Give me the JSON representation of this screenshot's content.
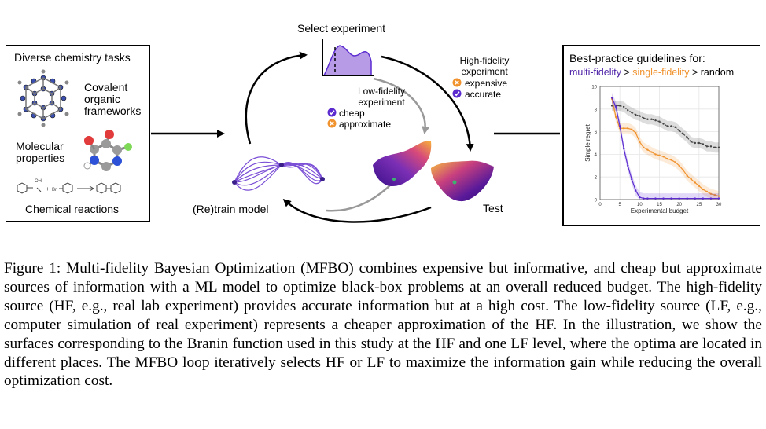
{
  "left_panel": {
    "title": "Diverse chemistry tasks",
    "items": [
      {
        "label_lines": [
          "Covalent",
          "organic",
          "frameworks"
        ]
      },
      {
        "label_lines": [
          "Molecular",
          "properties"
        ]
      },
      {
        "label": "Chemical reactions"
      }
    ],
    "reaction_tags": {
      "oh": "OH",
      "br": "Br"
    }
  },
  "loop": {
    "select_label": "Select experiment",
    "retrain_label": "(Re)train model",
    "test_label": "Test",
    "low_fidelity": {
      "title_lines": [
        "Low-fidelity",
        "experiment"
      ],
      "pros": [
        {
          "text": "cheap",
          "kind": "check"
        },
        {
          "text": "approximate",
          "kind": "cross"
        }
      ]
    },
    "high_fidelity": {
      "title_lines": [
        "High-fidelity",
        "experiment"
      ],
      "pros": [
        {
          "text": "expensive",
          "kind": "cross"
        },
        {
          "text": "accurate",
          "kind": "check"
        }
      ]
    },
    "colors": {
      "purple": "#5b2bd0",
      "orange": "#f0922d"
    }
  },
  "right_panel": {
    "title": "Best-practice guidelines for:",
    "legend": {
      "multi": "multi-fidelity",
      "gt1": " > ",
      "single": "single-fidelity",
      "gt2": " > random"
    }
  },
  "chart_data": {
    "type": "line",
    "xlabel": "Experimental budget",
    "ylabel": "Simple regret",
    "xlim": [
      0,
      30
    ],
    "ylim": [
      0,
      10
    ],
    "xticks": [
      0,
      5,
      10,
      15,
      20,
      25,
      30
    ],
    "yticks": [
      0,
      2,
      4,
      6,
      8,
      10
    ],
    "grid": true,
    "series": [
      {
        "color": "#5b2bd0",
        "x": [
          3,
          4,
          5,
          6,
          7,
          8,
          9,
          10,
          11,
          12,
          14,
          16,
          18,
          20,
          22,
          24,
          26,
          28,
          30
        ],
        "y": [
          9.0,
          8.2,
          6.5,
          4.5,
          3.0,
          1.8,
          0.8,
          0.2,
          0.1,
          0.1,
          0.1,
          0.1,
          0.1,
          0.1,
          0.1,
          0.1,
          0.1,
          0.1,
          0.1
        ]
      },
      {
        "color": "#f0922d",
        "x": [
          3,
          4,
          5,
          6,
          7,
          8,
          9,
          10,
          11,
          12,
          13,
          14,
          15,
          16,
          17,
          18,
          19,
          20,
          21,
          22,
          23,
          24,
          25,
          26,
          27,
          28,
          29,
          30
        ],
        "y": [
          8.9,
          7.3,
          6.3,
          6.3,
          6.3,
          6.2,
          5.9,
          5.1,
          4.6,
          4.4,
          4.2,
          4.0,
          3.9,
          3.8,
          3.6,
          3.5,
          3.3,
          3.0,
          2.6,
          2.1,
          1.8,
          1.5,
          1.2,
          0.9,
          0.7,
          0.5,
          0.4,
          0.3
        ]
      },
      {
        "color": "#444444",
        "x": [
          3,
          4,
          5,
          6,
          7,
          8,
          9,
          10,
          11,
          12,
          13,
          14,
          15,
          16,
          17,
          18,
          19,
          20,
          21,
          22,
          23,
          24,
          25,
          26,
          27,
          28,
          29,
          30
        ],
        "y": [
          8.3,
          8.3,
          8.3,
          8.2,
          7.9,
          7.7,
          7.5,
          7.4,
          7.2,
          7.1,
          7.1,
          7.0,
          6.9,
          6.7,
          6.5,
          6.5,
          6.4,
          6.1,
          5.8,
          5.5,
          5.1,
          5.0,
          5.0,
          4.9,
          4.7,
          4.7,
          4.6,
          4.6
        ]
      }
    ]
  },
  "caption": {
    "label": "Figure 1:",
    "text": " Multi-fidelity Bayesian Optimization (MFBO) combines expensive but informative, and cheap but approximate sources of information with a ML model to optimize black-box problems at an overall reduced budget.  The high-fidelity source (HF, e.g., real lab experiment) provides accurate information but at a high cost. The low-fidelity source (LF, e.g., computer simulation of real experiment) represents a cheaper approximation of the HF. In the illustration, we show the surfaces corresponding to the Branin function used in this study at the HF and one LF level, where the optima are located in different places. The MFBO loop iteratively selects HF or LF to maximize the information gain while reducing the overall optimization cost."
  }
}
